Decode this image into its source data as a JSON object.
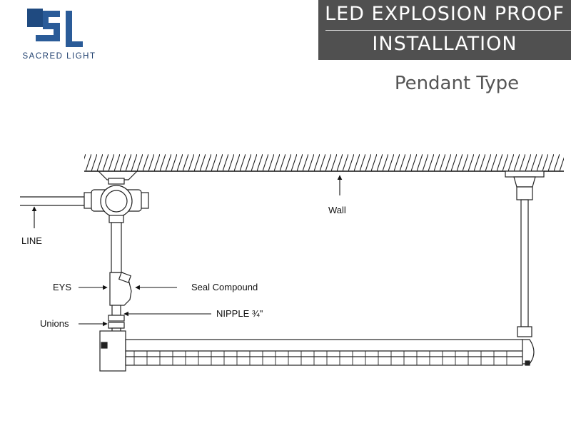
{
  "brand": {
    "mark_letters": "SL",
    "name": "SACRED LIGHT",
    "color": "#1f4a80"
  },
  "header": {
    "line1": "LED EXPLOSION PROOF",
    "line2": "INSTALLATION",
    "background": "#505050"
  },
  "subtitle": "Pendant Type",
  "labels": {
    "wall": "Wall",
    "line": "LINE",
    "eys": "EYS",
    "seal_compound": "Seal Compound",
    "nipple": "NIPPLE ¾\"",
    "unions": "Unions"
  }
}
